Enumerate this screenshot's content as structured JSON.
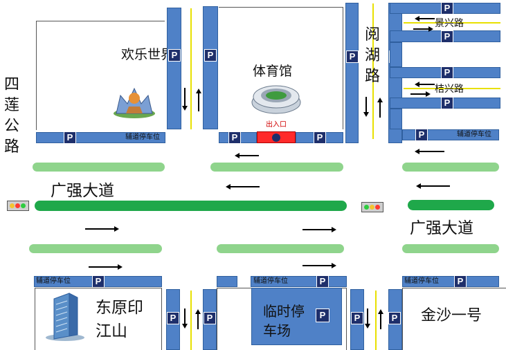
{
  "labels": {
    "silian_road": "四莲公路",
    "huanle_world": "欢乐世界",
    "gym": "体育馆",
    "gym_entrance": "出入口",
    "yuehu_road": "阅湖路",
    "jingxing_road": "景兴路",
    "jiexing_road": "桔兴路",
    "guangqiang_left": "广强大道",
    "guangqiang_right": "广强大道",
    "dongyuan": "东原印江山",
    "temp_parking": "临时停车场",
    "jinsha": "金沙一号",
    "aux_parking": "辅道停车位",
    "parking_symbol": "P"
  },
  "colors": {
    "road_blue": "#4f81c7",
    "parking_sign": "#1e2f6b",
    "green_belt": "#8fd48c",
    "median_green": "#1fa84a",
    "entrance_red": "#ff2a2a",
    "center_line": "#e8e000"
  },
  "icons": [
    "parking-icon",
    "traffic-light-icon",
    "stadium-icon",
    "castle-icon",
    "building-icon",
    "arrow-left-icon",
    "arrow-right-icon",
    "arrow-up-icon",
    "arrow-down-icon"
  ]
}
